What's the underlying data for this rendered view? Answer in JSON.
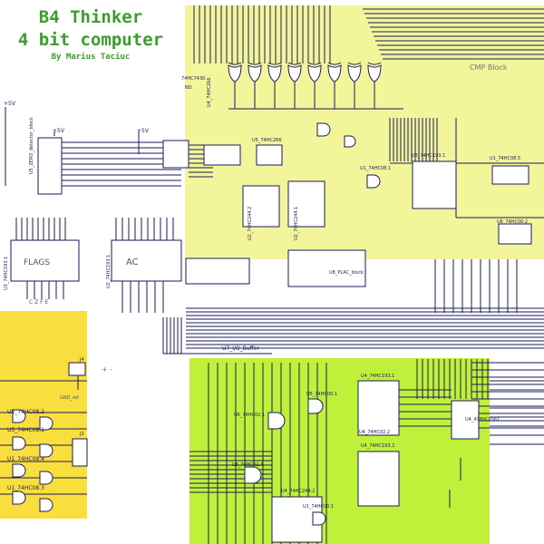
{
  "header": {
    "title_line1": "B4 Thinker",
    "title_line2": "4 bit computer",
    "author": "By Marius Taciuc"
  },
  "colors": {
    "cmp_block_fill": "#f3f59a",
    "left_block_fill": "#f9df3d",
    "bottom_block_fill": "#bff13a",
    "title_color": "#3a9e2a",
    "wire_color": "#1a1a5e"
  },
  "labels": {
    "cmp_block": "CMP Block",
    "flags": "FLAGS",
    "ac": "AC",
    "cfe": "C Z F E",
    "vcc1": "+5V",
    "vcc2": "+5V",
    "vcc3": "+5V",
    "plus_minus": "+ -",
    "gnd_ref": "GND_ref",
    "chip_74hc7430": "74HC7430",
    "nd": "ND",
    "zero_detector": "U5_ZERO_detector_block",
    "u4_74hc266_1": "U4_74HC266",
    "u5_74hc266": "U5_74HC266",
    "u1_74hc08": "U1_74HC08.1",
    "u3_74hc193": "U3_74HC193.1",
    "u1_74hc08_5": "U1_74HC08.5",
    "u2_74hc244": "U2_74HC244.1",
    "u2_74hc244_2": "U2_74HC244.2",
    "u6_74hc00": "U6_74HC00.2",
    "u8_plac": "U8_PLAC_block",
    "u7_io": "U7_I/O_Buffer",
    "u3_74hc193_flags": "U3_74HC193.1",
    "u2_74hc193": "U2_74HC193.1",
    "u5_74hc08_2": "U5_74HC08.2",
    "u5_74hc08_1": "U5_74HC08.1",
    "u1_74hc08_4": "U1_74HC08.4",
    "u1_74hc08_3": "U1_74HC08.3",
    "j4": "J4",
    "j2": "J2",
    "u4_74hc193": "U4_74HC193.1",
    "u5_74hc00": "U5_74HC00.1",
    "u6_74hc02": "U6_74HC02.1",
    "u3_74hc32": "U3_74HC32.4",
    "u4_74hc193_2": "U4_74HC193.2",
    "u4_74hc02": "U4_74HC02.2",
    "u4_74hc244": "U4_74HC244.2",
    "u4_4780c": "U4_4780C0561",
    "u1_74hc00": "U1_74HC00.1"
  }
}
